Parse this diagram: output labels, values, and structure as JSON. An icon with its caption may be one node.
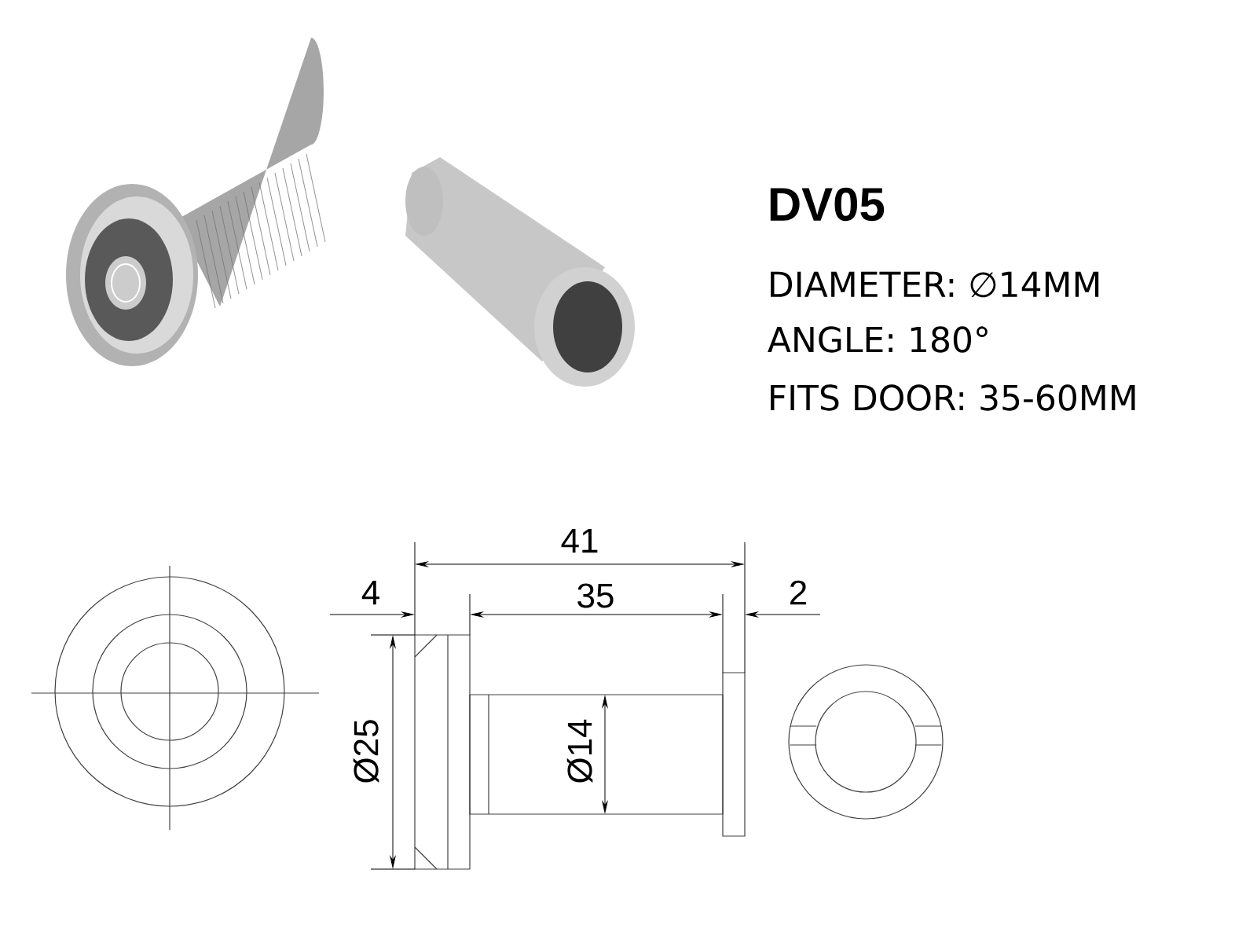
{
  "diagram": {
    "title": "DV05",
    "labels": [
      "DIAMETER: ∅14MM",
      "ANGLE: 180°",
      "FITS DOOR: 35-60MM",
      "41",
      "4",
      "35",
      "2",
      "Ø25",
      "Ø14"
    ]
  }
}
